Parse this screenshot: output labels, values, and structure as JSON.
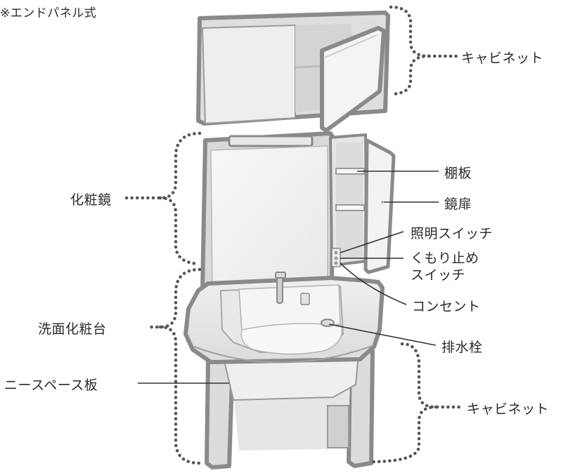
{
  "note": "※エンドパネル式",
  "labels": {
    "cabinet_top": "キャビネット",
    "shelf": "棚板",
    "mirror_door": "鏡扉",
    "mirror": "化粧鏡",
    "light_switch": "照明スイッチ",
    "antifog_switch_line1": "くもり止め",
    "antifog_switch_line2": "スイッチ",
    "outlet": "コンセント",
    "vanity": "洗面化粧台",
    "drain_plug": "排水栓",
    "knee_space_panel": "ニースペース板",
    "cabinet_bottom": "キャビネット"
  },
  "colors": {
    "outline": "#8a8a8a",
    "panel_light": "#f2f2f2",
    "panel_mid": "#e3e3e3",
    "panel_dark": "#cfcfcf",
    "dots": "#555555",
    "text": "#2a2a2a"
  }
}
